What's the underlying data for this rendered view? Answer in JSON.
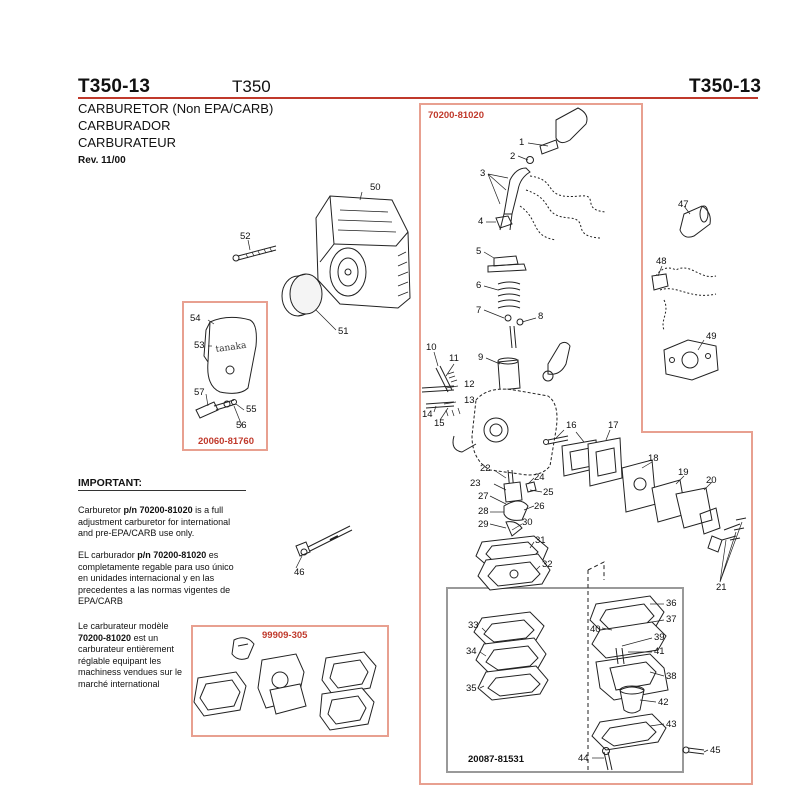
{
  "header": {
    "model_left": "T350-13",
    "model_series": "T350",
    "model_right": "T350-13",
    "title_en": "CARBURETOR (Non EPA/CARB)",
    "title_es": "CARBURADOR",
    "title_fr": "CARBURATEUR",
    "revision": "Rev. 11/00"
  },
  "kits": {
    "carb_kit": "70200-81020",
    "air_filter_kit": "20060-81760",
    "gasket_kit": "99909-305",
    "diaphragm_kit": "20087-81531"
  },
  "important": {
    "heading": "IMPORTANT:",
    "en_pre": "Carburetor ",
    "en_bold": "p/n 70200-81020",
    "en_post": " is a full adjustment carburetor for international and pre-EPA/CARB use only.",
    "es_pre": "EL carburador ",
    "es_bold": "p/n 70200-81020",
    "es_post": " es completamente regable para uso único en unidades internacional y en las precedentes a las normas vigentes de EPA/CARB",
    "fr_pre": "Le carburateur modèle ",
    "fr_bold": "70200-81020",
    "fr_post": " est un carburateur entièrement réglable equipant les machiness vendues sur le marché international"
  },
  "parts": {
    "p1": "1",
    "p2": "2",
    "p3": "3",
    "p4": "4",
    "p5": "5",
    "p6": "6",
    "p7": "7",
    "p8": "8",
    "p9": "9",
    "p10": "10",
    "p11": "11",
    "p12": "12",
    "p13": "13",
    "p14": "14",
    "p15": "15",
    "p16": "16",
    "p17": "17",
    "p18": "18",
    "p19": "19",
    "p20": "20",
    "p21": "21",
    "p22": "22",
    "p23": "23",
    "p24": "24",
    "p25": "25",
    "p26": "26",
    "p27": "27",
    "p28": "28",
    "p29": "29",
    "p30": "30",
    "p31": "31",
    "p32": "32",
    "p33": "33",
    "p34": "34",
    "p35": "35",
    "p36": "36",
    "p37": "37",
    "p38": "38",
    "p39": "39",
    "p40": "40",
    "p41": "41",
    "p42": "42",
    "p43": "43",
    "p44": "44",
    "p45": "45",
    "p46": "46",
    "p47": "47",
    "p48": "48",
    "p49": "49",
    "p50": "50",
    "p51": "51",
    "p52": "52",
    "p53": "53",
    "p54": "54",
    "p55": "55",
    "p56": "56",
    "p57": "57"
  },
  "colors": {
    "accent_red": "#c0392b",
    "kit_box_salmon": "#e8a090",
    "gray_box": "#999999",
    "line": "#222222"
  }
}
